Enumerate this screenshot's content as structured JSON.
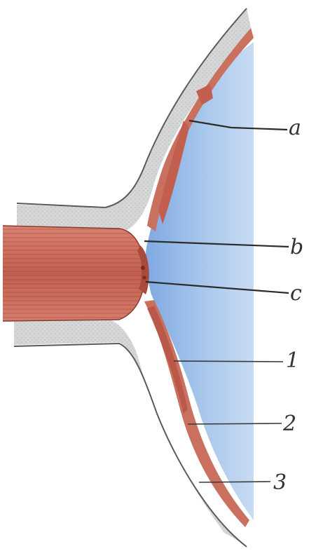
{
  "labels": {
    "a": "a",
    "b": "b",
    "c": "c",
    "n1": "1",
    "n2": "2",
    "n3": "3"
  },
  "colors": {
    "vitreous": "#a9c8ec",
    "sclera": "#d5d7d6",
    "retina_choroid": "#c9705e",
    "nerve": "#c46a5c",
    "outline": "#555555"
  }
}
